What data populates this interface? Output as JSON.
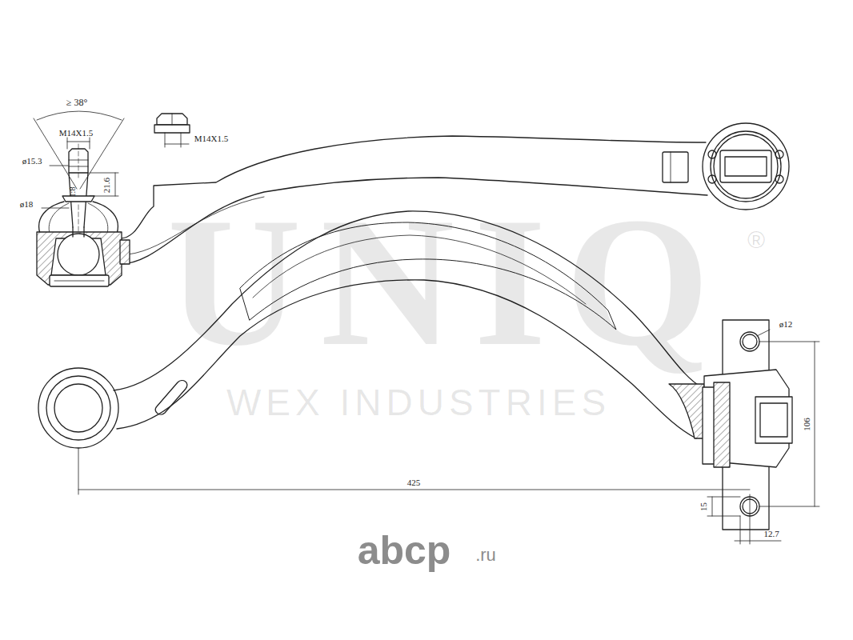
{
  "diagram": {
    "labels": [
      "≥ 38°",
      "M14X1.5",
      "ø15.3",
      "1:8",
      "21.6",
      "ø18",
      "M14X1.5",
      "UNIQ",
      "®",
      "WEX INDUSTRIES",
      "ø12",
      "106",
      "425",
      "15",
      "12.7",
      "abcp",
      ".ru"
    ]
  }
}
